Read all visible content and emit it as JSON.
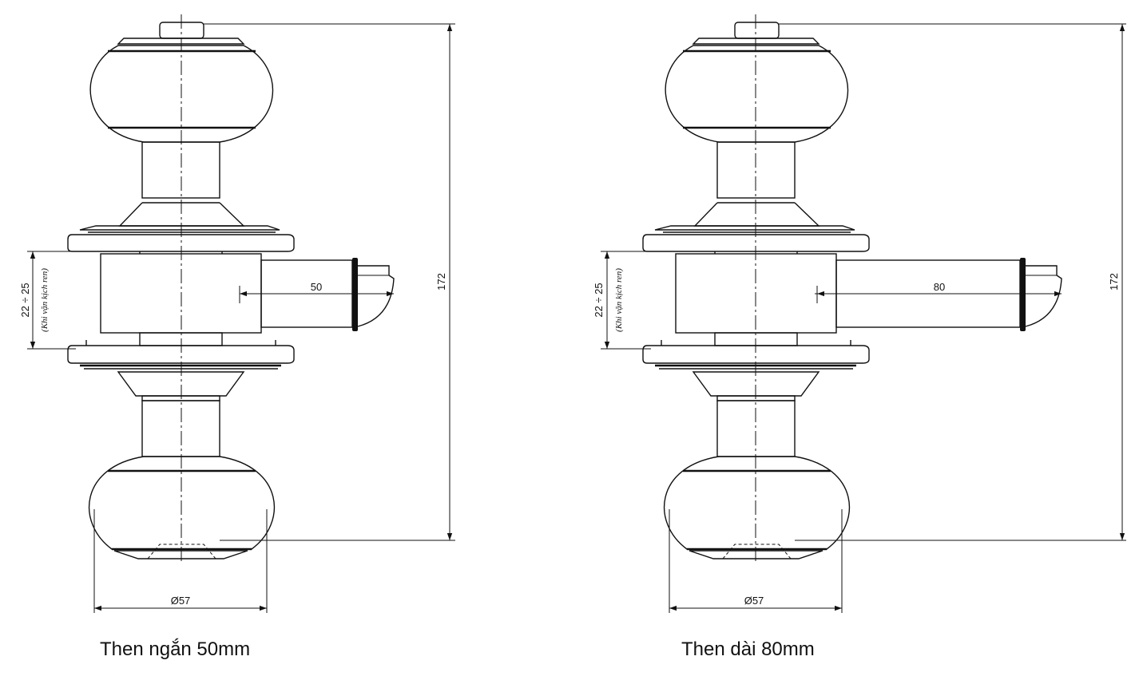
{
  "dimension_labels": {
    "height": "172",
    "diameter": "Ø57",
    "thickness_range": "22 ÷ 25",
    "thickness_note": "(Khi vặn kịch ren)"
  },
  "views": [
    {
      "latch_label": "50",
      "caption": "Then ngắn 50mm"
    },
    {
      "latch_label": "80",
      "caption": "Then dài 80mm"
    }
  ]
}
